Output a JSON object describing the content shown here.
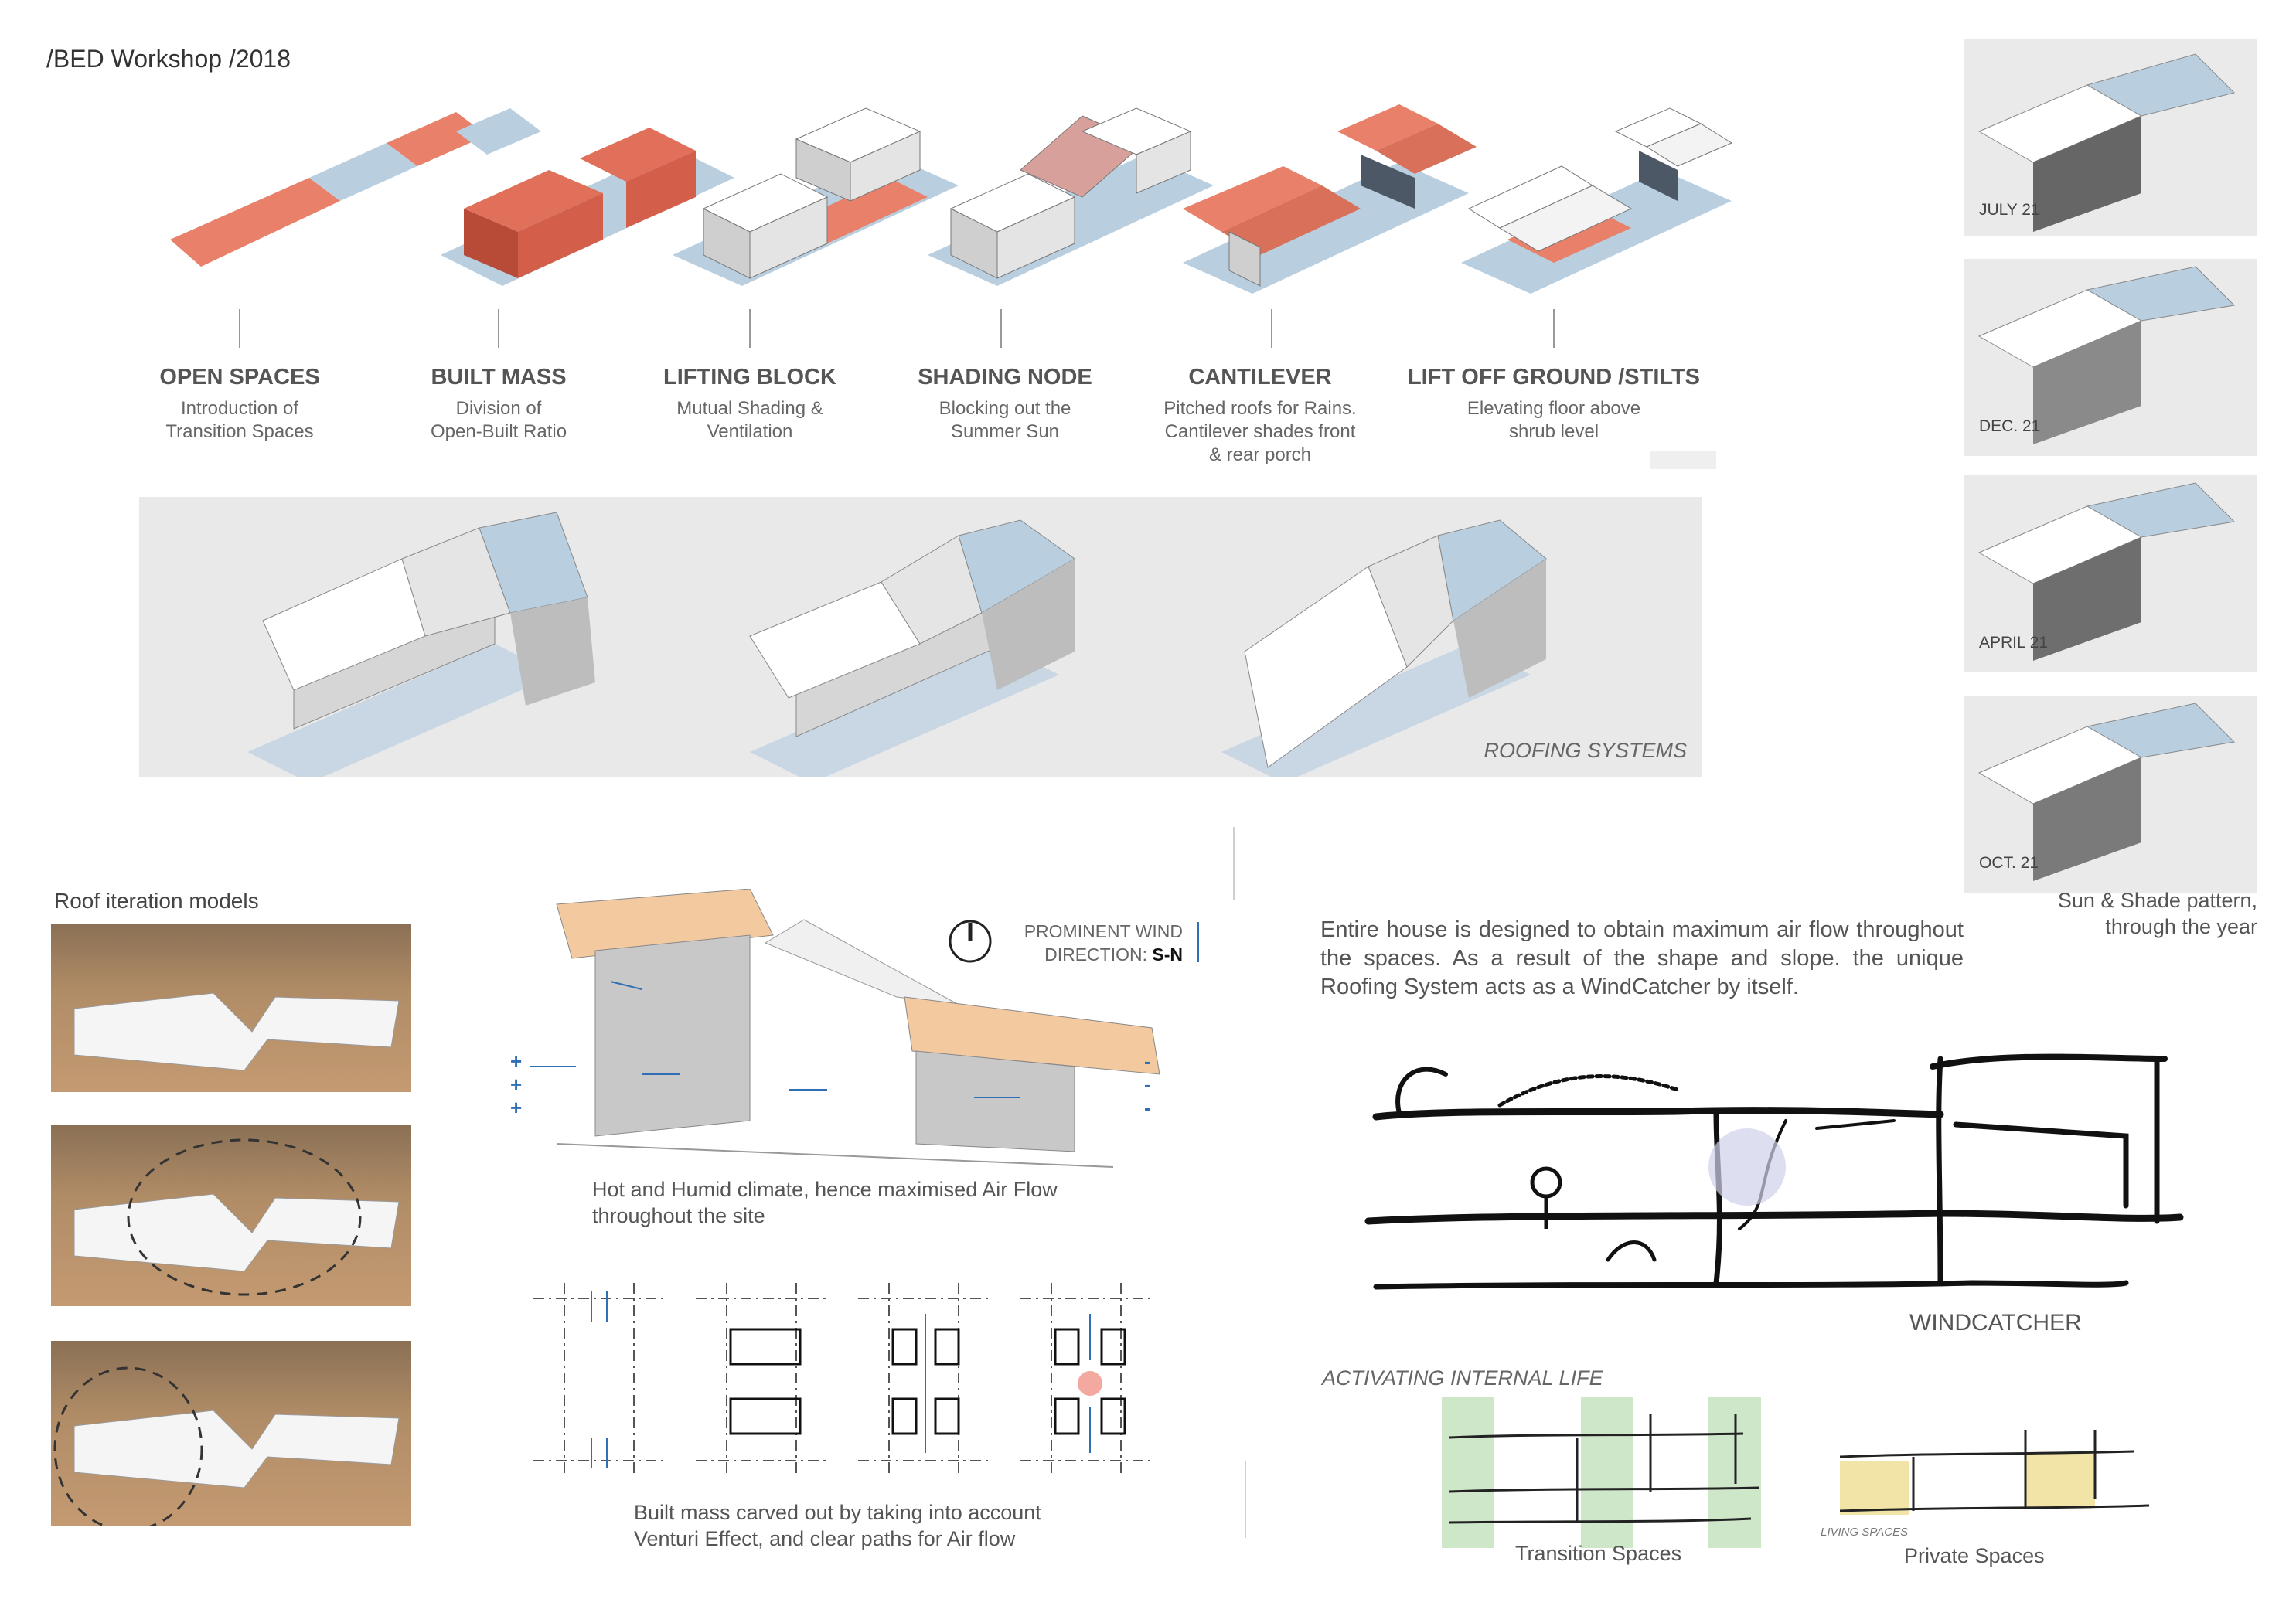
{
  "header": "/BED Workshop /2018",
  "strategies": [
    {
      "title": "OPEN SPACES",
      "desc": "Introduction of\nTransition Spaces"
    },
    {
      "title": "BUILT MASS",
      "desc": "Division of\nOpen-Built Ratio"
    },
    {
      "title": "LIFTING BLOCK",
      "desc": "Mutual Shading &\nVentilation"
    },
    {
      "title": "SHADING NODE",
      "desc": "Blocking out the\nSummer Sun"
    },
    {
      "title": "CANTILEVER",
      "desc": "Pitched roofs for Rains.\nCantilever shades front\n& rear porch"
    },
    {
      "title": "LIFT OFF GROUND /STILTS",
      "desc": "Elevating floor above\nshrub level"
    }
  ],
  "roofing_label": "ROOFING SYSTEMS",
  "sun_dates": [
    "JULY 21",
    "DEC. 21",
    "APRIL 21",
    "OCT. 21"
  ],
  "sun_caption": "Sun & Shade pattern,\nthrough the year",
  "roof_models_label": "Roof iteration models",
  "wind": {
    "label_line1": "PROMINENT WIND",
    "label_line2_prefix": "DIRECTION: ",
    "label_line2_value": "S-N",
    "caption": "Hot and Humid climate, hence maximised Air Flow\nthroughout the site",
    "plus": "+",
    "minus": "-"
  },
  "venturi_caption": "Built mass carved out by taking into account\nVenturi Effect, and clear paths for Air flow",
  "airflow_text": "Entire house is designed to obtain maximum air flow throughout the spaces. As a result of the shape and slope. the unique Roofing System acts as a WindCatcher by itself.",
  "windcatcher_label": "WINDCATCHER",
  "internal_life_label": "ACTIVATING INTERNAL LIFE",
  "transition_label": "Transition Spaces",
  "private_label": "Private Spaces",
  "living_spaces_label": "LIVING SPACES",
  "colors": {
    "salmon": "#e8806a",
    "blue": "#b9cfe0",
    "wall": "#c8c8c8",
    "roof": "#f3c9a0",
    "wind_blue": "#2f6fb5"
  }
}
